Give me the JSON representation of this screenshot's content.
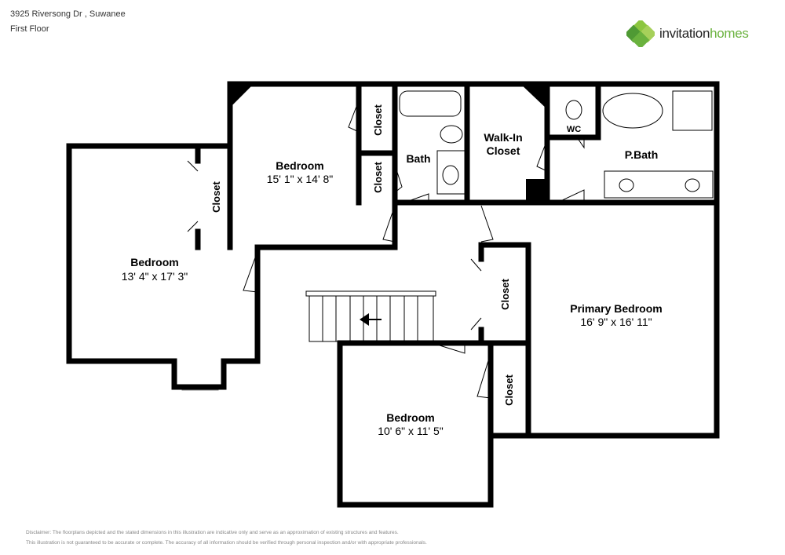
{
  "header": {
    "address": "3925 Riversong Dr , Suwanee",
    "floor": "First Floor"
  },
  "logo": {
    "part1": "invitation",
    "part2": "homes",
    "colors": {
      "green": "#6ab23e",
      "dark": "#222222"
    }
  },
  "rooms": {
    "bedroom_left": {
      "name": "Bedroom",
      "dims": "13' 4\" x 17' 3\""
    },
    "bedroom_top": {
      "name": "Bedroom",
      "dims": "15' 1\" x 14' 8\""
    },
    "bath": {
      "name": "Bath"
    },
    "walkin": {
      "line1": "Walk-In",
      "line2": "Closet"
    },
    "wc": {
      "name": "WC"
    },
    "pbath": {
      "name": "P.Bath"
    },
    "primary": {
      "name": "Primary Bedroom",
      "dims": "16' 9\" x 16' 11\""
    },
    "bedroom_bottom": {
      "name": "Bedroom",
      "dims": "10' 6\" x 11' 5\""
    },
    "closet": "Closet"
  },
  "disclaimer": {
    "line1": "Disclaimer: The floorplans depicted and the stated dimensions in this illustration are indicative only and serve as an approximation of existing structures and features.",
    "line2": "This illustration is not guaranteed to be accurate or complete. The accuracy of all information should be verified through personal inspection and/or with appropriate professionals."
  }
}
